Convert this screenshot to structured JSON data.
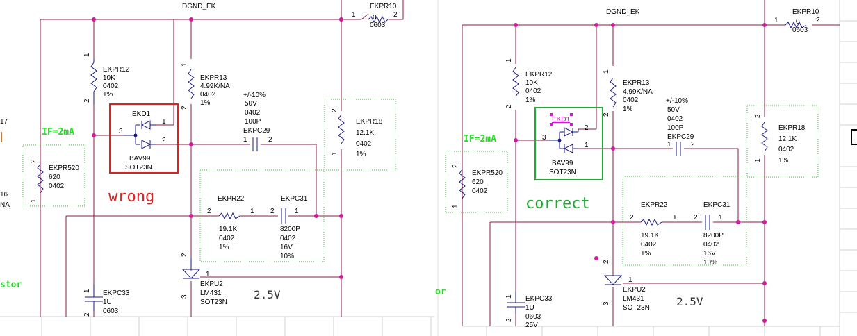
{
  "nets": {
    "dgnd": "DGND_EK"
  },
  "resistors": {
    "r10": {
      "ref": "EKPR10",
      "value": "0",
      "pkg": "0603",
      "pin1": "1",
      "pin2": "2"
    },
    "r12": {
      "ref": "EKPR12",
      "value": "10K",
      "pkg": "0402",
      "tol": "1%",
      "pin1": "1",
      "pin2": "2"
    },
    "r13": {
      "ref": "EKPR13",
      "value": "4.99K/NA",
      "pkg": "0402",
      "tol": "1%",
      "pin1": "1",
      "pin2": "2"
    },
    "r18": {
      "ref": "EKPR18",
      "value": "12.1K",
      "pkg": "0402",
      "tol": "1%",
      "pin1": "1",
      "pin2": "2"
    },
    "r22": {
      "ref": "EKPR22",
      "value": "19.1K",
      "pkg": "0402",
      "tol": "1%",
      "pin1": "1",
      "pin2": "2"
    },
    "r520": {
      "ref": "EKPR520",
      "value": "620",
      "pkg": "0402",
      "pin1": "1",
      "pin2": "2"
    }
  },
  "capacitors": {
    "c29": {
      "ref": "EKPC29",
      "tol": "+/-10%",
      "volt": "50V",
      "pkg": "0402",
      "value": "100P",
      "pin1": "1",
      "pin2": "2"
    },
    "c31": {
      "ref": "EKPC31",
      "value": "8200P",
      "pkg": "0402",
      "volt": "16V",
      "tol": "10%",
      "pin1": "1",
      "pin2": "2"
    },
    "c33": {
      "ref": "EKPC33",
      "value": "1U",
      "pkg": "0603",
      "volt": "25V",
      "pin1": "1",
      "pin2": "2"
    }
  },
  "diode": {
    "ref": "EKD1",
    "part": "BAV99",
    "pkg": "SOT23N",
    "pin1": "1",
    "pin2": "2",
    "pin3": "3"
  },
  "regulator": {
    "ref": "EKPU2",
    "part": "LM431",
    "pkg": "SOT23N",
    "pin1": "1",
    "pin2": "2",
    "pin3": "3"
  },
  "annotations": {
    "if_label": "IF=2mA",
    "voltage": "2.5V",
    "left_verdict": "wrong",
    "right_verdict": "correct",
    "left_verdict_color": "#e02020",
    "right_verdict_color": "#22aa33",
    "left_partial_a": "17",
    "left_partial_b": "16",
    "left_partial_c": "NA",
    "left_partial_label": "stor",
    "right_partial_label": "or"
  }
}
